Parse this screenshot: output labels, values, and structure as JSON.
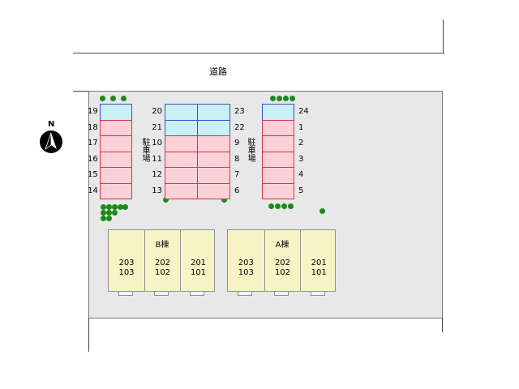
{
  "road": {
    "label": "道路"
  },
  "compass": {
    "north_label": "N",
    "icon": "north-arrow-icon"
  },
  "parking": {
    "label_left": "駐車場",
    "label_right": "駐車場",
    "left_column": [
      "19",
      "18",
      "17",
      "16",
      "15",
      "14"
    ],
    "center_left_column": [
      "20",
      "21",
      "10",
      "11",
      "12",
      "13"
    ],
    "center_right_column": [
      "23",
      "22",
      "9",
      "8",
      "7",
      "6"
    ],
    "right_column": [
      "24",
      "1",
      "2",
      "3",
      "4",
      "5"
    ]
  },
  "buildings": [
    {
      "name": "B棟",
      "units": [
        {
          "upper": "203",
          "lower": "103"
        },
        {
          "upper": "202",
          "lower": "102"
        },
        {
          "upper": "201",
          "lower": "101"
        }
      ]
    },
    {
      "name": "A棟",
      "units": [
        {
          "upper": "203",
          "lower": "103"
        },
        {
          "upper": "202",
          "lower": "102"
        },
        {
          "upper": "201",
          "lower": "101"
        }
      ]
    }
  ],
  "colors": {
    "parking_red": "#fbd0d6",
    "parking_blue": "#c9f0f4",
    "building": "#f8f3c4",
    "tree": "#1b8a1b",
    "lot": "#e8e8e8"
  }
}
